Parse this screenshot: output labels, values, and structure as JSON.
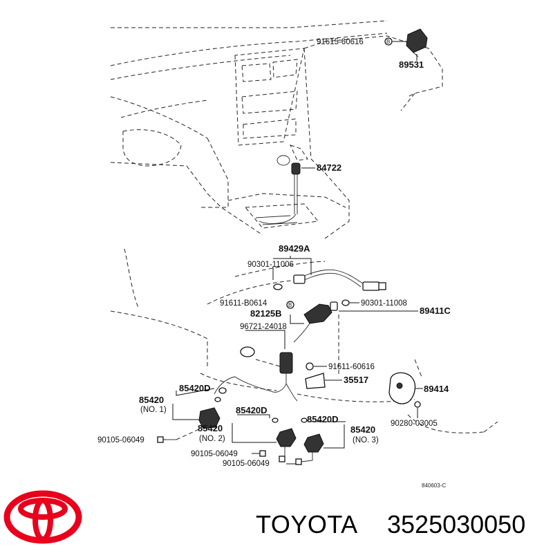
{
  "callouts": {
    "p91615_60616": "91615-60616",
    "p89531": "89531",
    "p84722": "84722",
    "p89429A": "89429A",
    "p90301_11006": "90301-11006",
    "p91611_B0614": "91611-B0614",
    "p90301_11008": "90301-11008",
    "p82125B": "82125B",
    "p89411C": "89411C",
    "p96721_24018": "96721-24018",
    "p91611_60616": "91611-60616",
    "p35517": "35517",
    "p89414": "89414",
    "p85420D_1": "85420D",
    "p85420_1": "85420",
    "no1": "(NO. 1)",
    "p85420D_2": "85420D",
    "p85420D_3": "85420D",
    "p85420_3": "85420",
    "no3": "(NO. 3)",
    "p85420_2": "85420",
    "no2": "(NO. 2)",
    "p90280_03005": "90280-03005",
    "p90105_06049_a": "90105-06049",
    "p90105_06049_b": "90105-06049",
    "p90105_06049_c": "90105-06049",
    "ref": "840603-C",
    "b_marker": "B"
  },
  "brand": {
    "name": "TOYOTA",
    "part_number": "3525030050",
    "logo_color": "#e8001c"
  }
}
